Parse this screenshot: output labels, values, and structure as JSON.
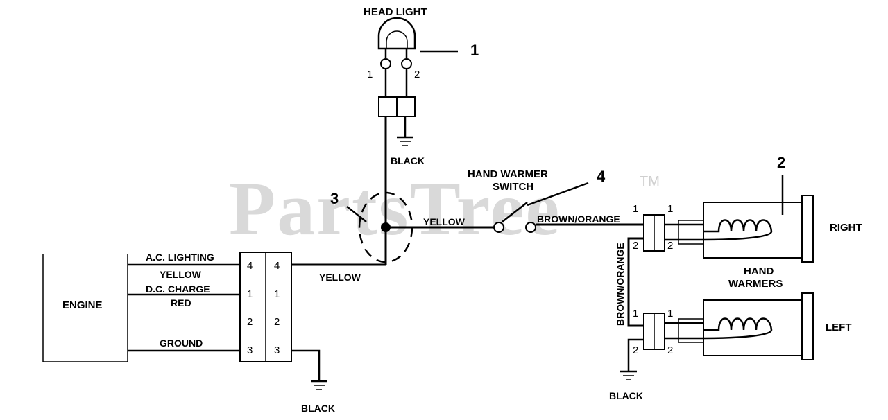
{
  "watermark": {
    "text": "PartsTree",
    "tm": "TM"
  },
  "headlight": {
    "title": "HEAD LIGHT",
    "pin1": "1",
    "pin2": "2",
    "ground_label": "BLACK"
  },
  "callouts": {
    "c1": "1",
    "c2": "2",
    "c3": "3",
    "c4": "4"
  },
  "engine": {
    "label": "ENGINE"
  },
  "engine_wires": [
    {
      "name": "A.C. LIGHTING",
      "color": "YELLOW"
    },
    {
      "name": "D.C. CHARGE",
      "color": "RED"
    },
    {
      "name": "GROUND",
      "color": ""
    }
  ],
  "connector": {
    "left_pins": [
      "4",
      "1",
      "2",
      "3"
    ],
    "right_pins": [
      "4",
      "1",
      "2",
      "3"
    ]
  },
  "wires": {
    "yellow_main": "YELLOW",
    "yellow_switch": "YELLOW",
    "brown_orange_h": "BROWN/ORANGE",
    "brown_orange_v": "BROWN/ORANGE",
    "engine_ground": "BLACK",
    "warmer_ground": "BLACK"
  },
  "switch": {
    "line1": "HAND WARMER",
    "line2": "SWITCH"
  },
  "hand_warmers": {
    "title_line1": "HAND",
    "title_line2": "WARMERS",
    "right_label": "RIGHT",
    "left_label": "LEFT",
    "right_conn_left_pins": [
      "1",
      "2"
    ],
    "right_conn_right_pins": [
      "1",
      "2"
    ],
    "left_conn_left_pins": [
      "1",
      "2"
    ],
    "left_conn_right_pins": [
      "1",
      "2"
    ]
  }
}
